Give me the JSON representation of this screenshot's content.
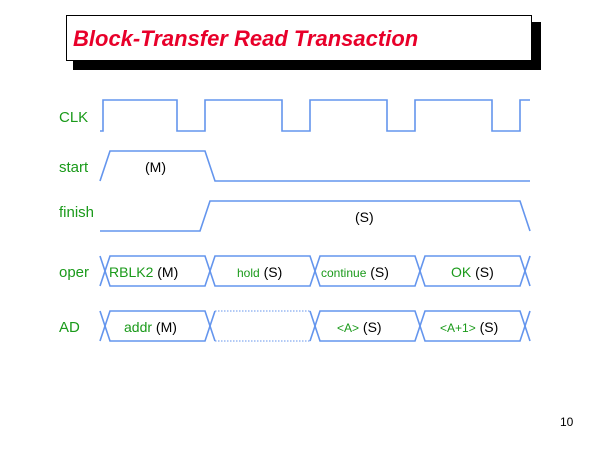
{
  "title": "Block-Transfer Read Transaction",
  "colors": {
    "title": "#e8002a",
    "signal_label": "#1a9a1a",
    "waveform": "#6495ed",
    "text": "#000000"
  },
  "signals": {
    "clk": "CLK",
    "start": "start",
    "finish": "finish",
    "oper": "oper",
    "ad": "AD"
  },
  "annotations": {
    "start_driver": "(M)",
    "finish_driver": "(S)"
  },
  "oper_segments": [
    {
      "label": "RBLK2",
      "driver": "(M)"
    },
    {
      "label": "hold",
      "driver": "(S)"
    },
    {
      "label": "continue",
      "driver": "(S)"
    },
    {
      "label": "OK",
      "driver": "(S)"
    }
  ],
  "ad_segments": [
    {
      "label": "addr",
      "driver": "(M)"
    },
    {
      "label": "",
      "driver": ""
    },
    {
      "label": "<A>",
      "driver": "(S)"
    },
    {
      "label": "<A+1>",
      "driver": "(S)"
    }
  ],
  "page_number": "10"
}
